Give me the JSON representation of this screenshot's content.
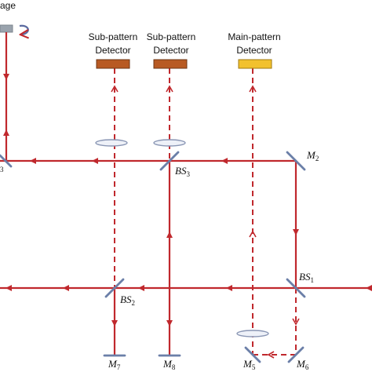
{
  "stage": {
    "label_fragment": "age"
  },
  "detectors": {
    "sub1": {
      "line1": "Sub-pattern",
      "line2": "Detector",
      "color": "#b85a23"
    },
    "sub2": {
      "line1": "Sub-pattern",
      "line2": "Detector",
      "color": "#b85a23"
    },
    "main": {
      "line1": "Main-pattern",
      "line2": "Detector",
      "color": "#f2c12e"
    }
  },
  "elements": {
    "m3_fragment": "3",
    "bs3": {
      "main": "BS",
      "sub": "3"
    },
    "m2": {
      "main": "M",
      "sub": "2"
    },
    "bs1": {
      "main": "BS",
      "sub": "1"
    },
    "bs2": {
      "main": "BS",
      "sub": "2"
    },
    "m7": {
      "main": "M",
      "sub": "7"
    },
    "m8": {
      "main": "M",
      "sub": "8"
    },
    "m5": {
      "main": "M",
      "sub": "5"
    },
    "m6": {
      "main": "M",
      "sub": "6"
    }
  },
  "colors": {
    "beam": "#c0282d",
    "mirror": "#6b7fa8",
    "lens_fill": "#eef1f8",
    "lens_stroke": "#8a96b4"
  }
}
